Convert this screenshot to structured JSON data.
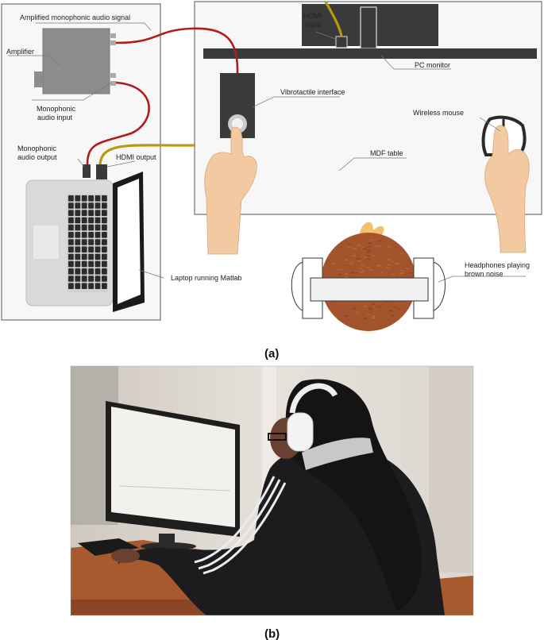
{
  "panel_a": {
    "label": "(a)",
    "callouts": {
      "amplified_signal": "Amplified monophonic audio signal",
      "amplifier": "Amplifier",
      "mono_input_1": "Monophonic",
      "mono_input_2": "audio input",
      "mono_output_1": "Monophonic",
      "mono_output_2": "audio output",
      "hdmi_output": "HDMI output",
      "laptop": "Laptop running Matlab",
      "hdmi_input_1": "HDMI",
      "hdmi_input_2": "input",
      "pc_monitor": "PC monitor",
      "vibrotactile": "Vibrotactile interface",
      "mouse": "Wireless mouse",
      "table": "MDF table",
      "headphones_1": "Headphones playing",
      "headphones_2": "brown noise"
    }
  },
  "panel_b": {
    "label": "(b)"
  },
  "colors": {
    "audio_cable": "#b01c1c",
    "hdmi_cable": "#b89a10",
    "device_dark": "#3a3a3a",
    "amplifier": "#8c8c8c",
    "hair": "#a4542c",
    "skin": "#f2c9a0"
  }
}
